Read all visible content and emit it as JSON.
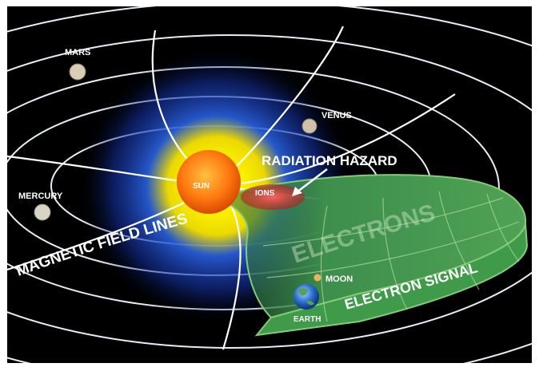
{
  "labels": {
    "mars": "MARS",
    "venus": "VENUS",
    "mercury": "MERCURY",
    "sun": "SUN",
    "ions": "IONS",
    "radiation_hazard": "RADIATION HAZARD",
    "magnetic_field_lines": "MAGNETIC FIELD LINES",
    "electrons": "ELECTRONS",
    "moon": "MOON",
    "earth": "EARTH",
    "electron_signal": "ELECTRON SIGNAL"
  },
  "colors": {
    "space": "#000000",
    "orbit": "#dfe7f0",
    "sun_core": "#ff8a1a",
    "sun_glow": "#fff200",
    "corona_blue": "#1d3fd8",
    "electron_sheet": "#3f8f4a",
    "electron_sheet_edge": "#74c06c",
    "ion_cloud": "#e04040"
  }
}
